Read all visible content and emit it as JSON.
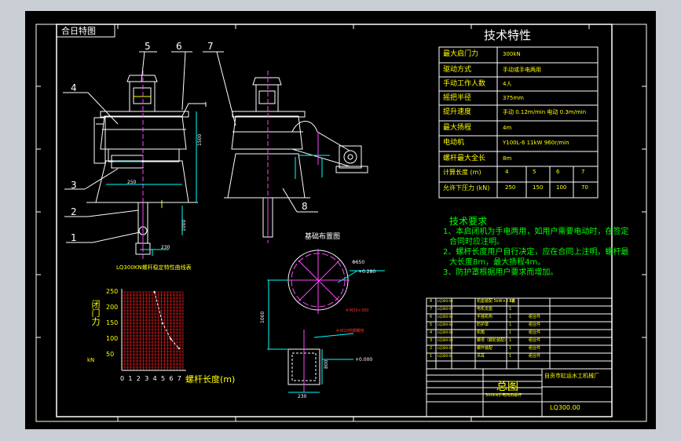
{
  "drawing": {
    "stamp": "合日特图",
    "section_title": "技术特性",
    "balloons": [
      "5",
      "6",
      "7",
      "4",
      "3",
      "2",
      "1",
      "8"
    ],
    "specs": [
      {
        "label": "最大启门力",
        "value": "300kN"
      },
      {
        "label": "驱动方式",
        "value": "手动或手电两用"
      },
      {
        "label": "手动工作人数",
        "value": "4人"
      },
      {
        "label": "摇把半径",
        "value": "375mm"
      },
      {
        "label": "提升速度",
        "value": "手动 0.12m/min 电动 0.3m/min"
      },
      {
        "label": "最大扬程",
        "value": "4m"
      },
      {
        "label": "电动机",
        "value": "Y100L-6 11kW 960r/min"
      },
      {
        "label": "螺杆最大全长",
        "value": "8m"
      }
    ],
    "calc_rows": [
      {
        "label": "计算长度 (m)",
        "values": [
          "4",
          "5",
          "6",
          "7"
        ]
      },
      {
        "label": "允许下压力 (kN)",
        "values": [
          "250",
          "150",
          "100",
          "70"
        ]
      }
    ],
    "req_title": "技术要求",
    "requirements": [
      "1、本启闭机为手电两用，如用户需要电动时，在签定",
      "合同时应注明。",
      "2、螺杆长度用户自行决定，应在合同上注明，螺杆最",
      "大长度8m，最大扬程4m。",
      "3、防护罩根据用户要求而增加。"
    ],
    "foundation_title": "基础布置图",
    "foundation_dims": [
      "Φ650",
      "+0.280",
      "+0.000",
      "4-M20×300",
      "4-M20地脚螺栓",
      "1000",
      "230",
      "800"
    ],
    "side_dims": [
      "1500",
      "1000",
      "250",
      "230"
    ],
    "chart_caption": "LQ300KN螺杆稳定特性曲线表",
    "chart_ylabel": "闭门力",
    "chart_yunit": "kN",
    "chart_xlabel": "螺杆长度(m)",
    "bom_rows": [
      {
        "no": "8",
        "code": "LQ300-08",
        "name": "机座装配 5kW×3 6A",
        "qty": "1套"
      },
      {
        "no": "7",
        "code": "LQ300-07",
        "name": "电机支座",
        "qty": "1"
      },
      {
        "no": "6",
        "code": "LQ300-06",
        "name": "手摇机构",
        "qty": "1",
        "note": "组合件"
      },
      {
        "no": "5",
        "code": "LQ300-05",
        "name": "防护罩",
        "qty": "1",
        "note": "组合件"
      },
      {
        "no": "4",
        "code": "LQ300-04",
        "name": "机箱",
        "qty": "1",
        "note": "组合件"
      },
      {
        "no": "3",
        "code": "LQ300-03",
        "name": "螺母（蜗轮装配）",
        "qty": "1",
        "note": "组合件"
      },
      {
        "no": "2",
        "code": "LQ300-02",
        "name": "螺杆装配",
        "qty": "1",
        "note": "组合件"
      },
      {
        "no": "1",
        "code": "LQ300-01",
        "name": "吊耳",
        "qty": "1",
        "note": "组合件"
      }
    ],
    "company": "自贡市缸运水工机械厂",
    "drawing_name": "总图",
    "model_sub": "300kN手电两用螺杆",
    "drawing_no": "LQ300.00"
  },
  "chart_data": {
    "type": "line",
    "title": "LQ300KN螺杆稳定特性曲线表",
    "xlabel": "螺杆长度(m)",
    "ylabel": "闭门力 kN",
    "x_ticks": [
      "0",
      "1",
      "2",
      "3",
      "4",
      "5",
      "6",
      "7"
    ],
    "y_ticks": [
      "250",
      "200",
      "150",
      "100",
      "50"
    ],
    "xlim": [
      0,
      7.5
    ],
    "ylim": [
      0,
      250
    ],
    "grid": true,
    "series": [
      {
        "x": [
          4,
          5,
          6,
          7
        ],
        "values": [
          250,
          150,
          100,
          70
        ]
      }
    ],
    "colors": {
      "grid": "#ff2020",
      "curve": "#ffffff",
      "axes": "#ffffff"
    }
  }
}
